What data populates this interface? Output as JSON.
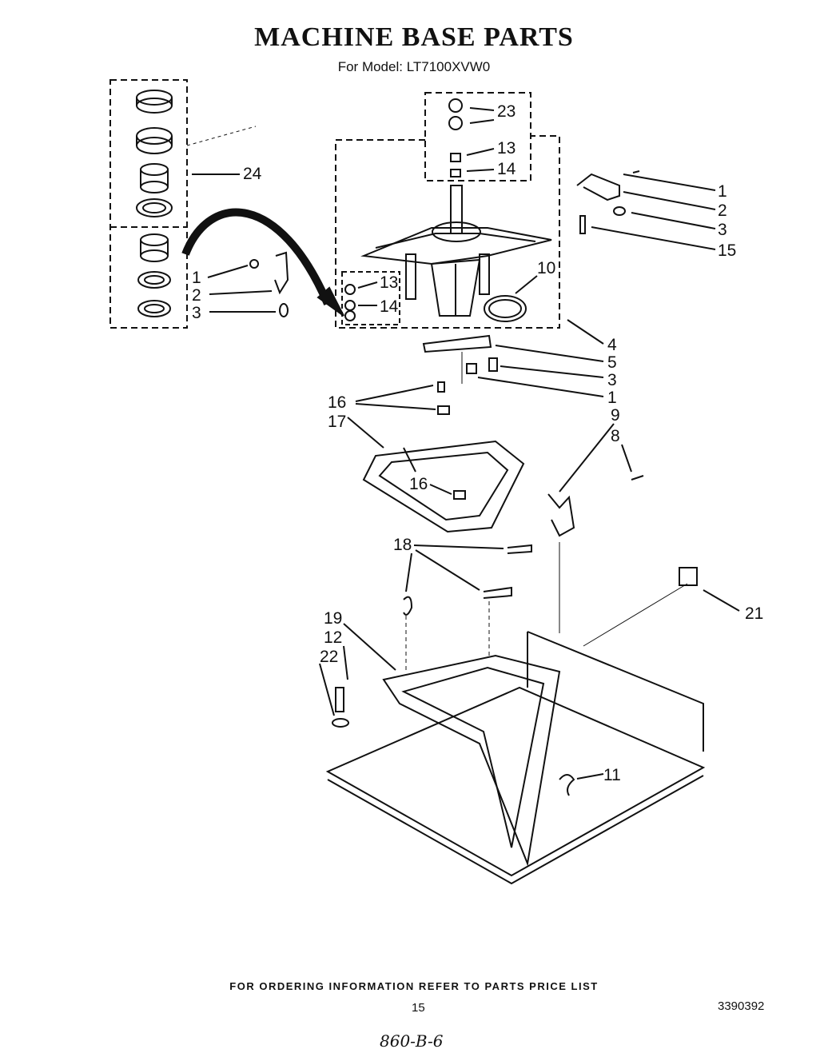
{
  "header": {
    "title": "MACHINE BASE PARTS",
    "model_line": "For Model: LT7100XVW0"
  },
  "callouts": {
    "c23": "23",
    "c13a": "13",
    "c14a": "14",
    "c24": "24",
    "c1a": "1",
    "c2a": "2",
    "c3a": "3",
    "c15": "15",
    "c10": "10",
    "c1b": "1",
    "c2b": "2",
    "c3b": "3",
    "c13b": "13",
    "c14b": "14",
    "c4": "4",
    "c5": "5",
    "c3c": "3",
    "c1c": "1",
    "c16a": "16",
    "c17": "17",
    "c9": "9",
    "c8": "8",
    "c16b": "16",
    "c18": "18",
    "c21": "21",
    "c19": "19",
    "c12": "12",
    "c22": "22",
    "c11": "11"
  },
  "footer": {
    "ordering_note": "FOR ORDERING INFORMATION REFER TO PARTS PRICE LIST",
    "page_number": "15",
    "document_number": "3390392",
    "handwritten_note": "860-B-6"
  }
}
